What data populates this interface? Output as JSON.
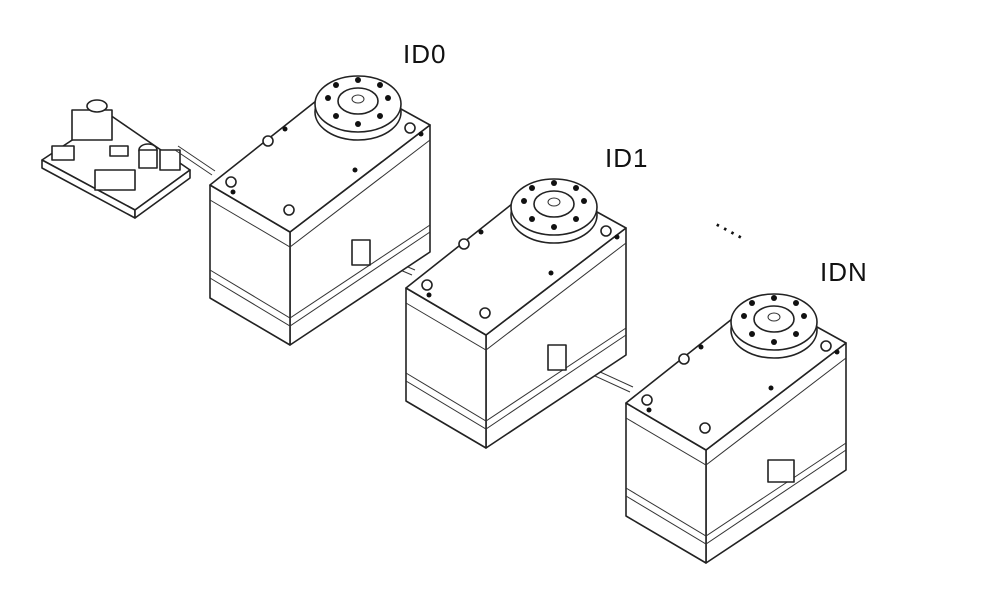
{
  "diagram": {
    "labels": {
      "servo_0": "ID0",
      "servo_1": "ID1",
      "servo_n": "IDN",
      "ellipsis": "...."
    },
    "line_color": "#222222",
    "background": "#ffffff"
  }
}
